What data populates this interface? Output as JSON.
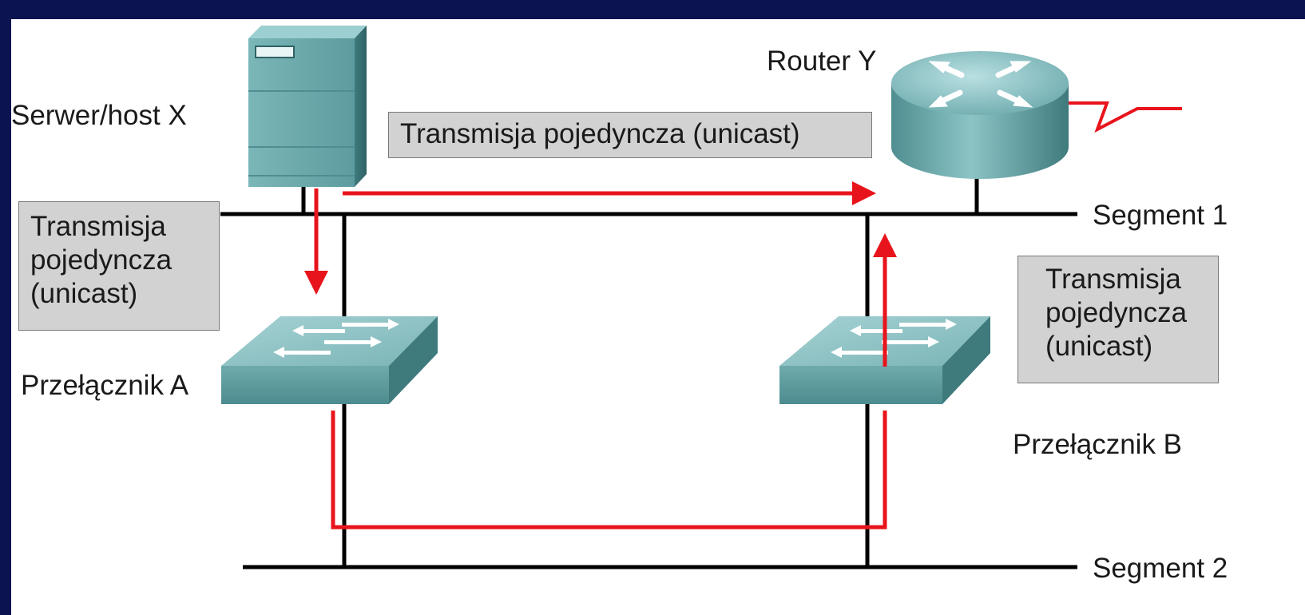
{
  "labels": {
    "server": "Serwer/host X",
    "router": "Router Y",
    "switch_a": "Przełącznik A",
    "switch_b": "Przełącznik B",
    "segment1": "Segment 1",
    "segment2": "Segment 2"
  },
  "boxes": {
    "top": "Transmisja pojedyncza (unicast)",
    "left": [
      "Transmisja",
      "pojedyncza",
      "(unicast)"
    ],
    "right": [
      "Transmisja",
      "pojedyncza",
      "(unicast)"
    ]
  },
  "icons": {
    "server": "server-icon",
    "router": "router-icon",
    "switch_a": "switch-icon",
    "switch_b": "switch-icon"
  },
  "colors": {
    "background": "#0b1450",
    "canvas": "#ffffff",
    "unicast_path": "#e8141c",
    "cable": "#000000",
    "box_fill": "#d2d2d2",
    "device": "#5f9ea0"
  }
}
